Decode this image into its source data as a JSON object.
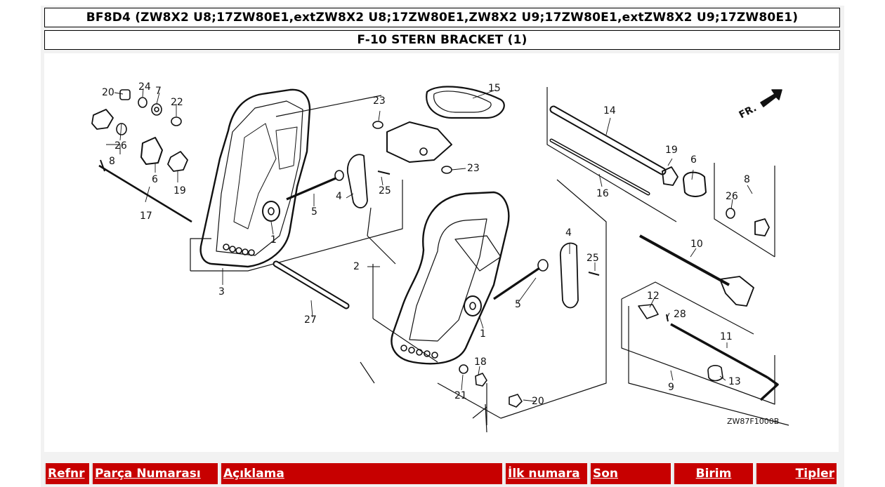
{
  "header": {
    "model_line": "BF8D4 (ZW8X2 U8;17ZW80E1,extZW8X2 U8;17ZW80E1,ZW8X2 U9;17ZW80E1,extZW8X2 U9;17ZW80E1)",
    "section_title": "F-10 STERN BRACKET (1)"
  },
  "diagram": {
    "direction_label": "FR.",
    "image_code": "ZW87F1000B",
    "callouts": [
      "20",
      "24",
      "7",
      "22",
      "26",
      "8",
      "6",
      "19",
      "17",
      "3",
      "1",
      "5",
      "4",
      "25",
      "23",
      "15",
      "23",
      "27",
      "2",
      "1",
      "5",
      "4",
      "25",
      "18",
      "21",
      "20",
      "14",
      "19",
      "6",
      "16",
      "8",
      "26",
      "10",
      "12",
      "28",
      "11",
      "13",
      "9"
    ]
  },
  "table": {
    "columns": [
      "Refnr",
      "Parça Numarası",
      "Açıklama",
      "İlk numara",
      "Son",
      "Birim",
      "Tipler"
    ]
  }
}
